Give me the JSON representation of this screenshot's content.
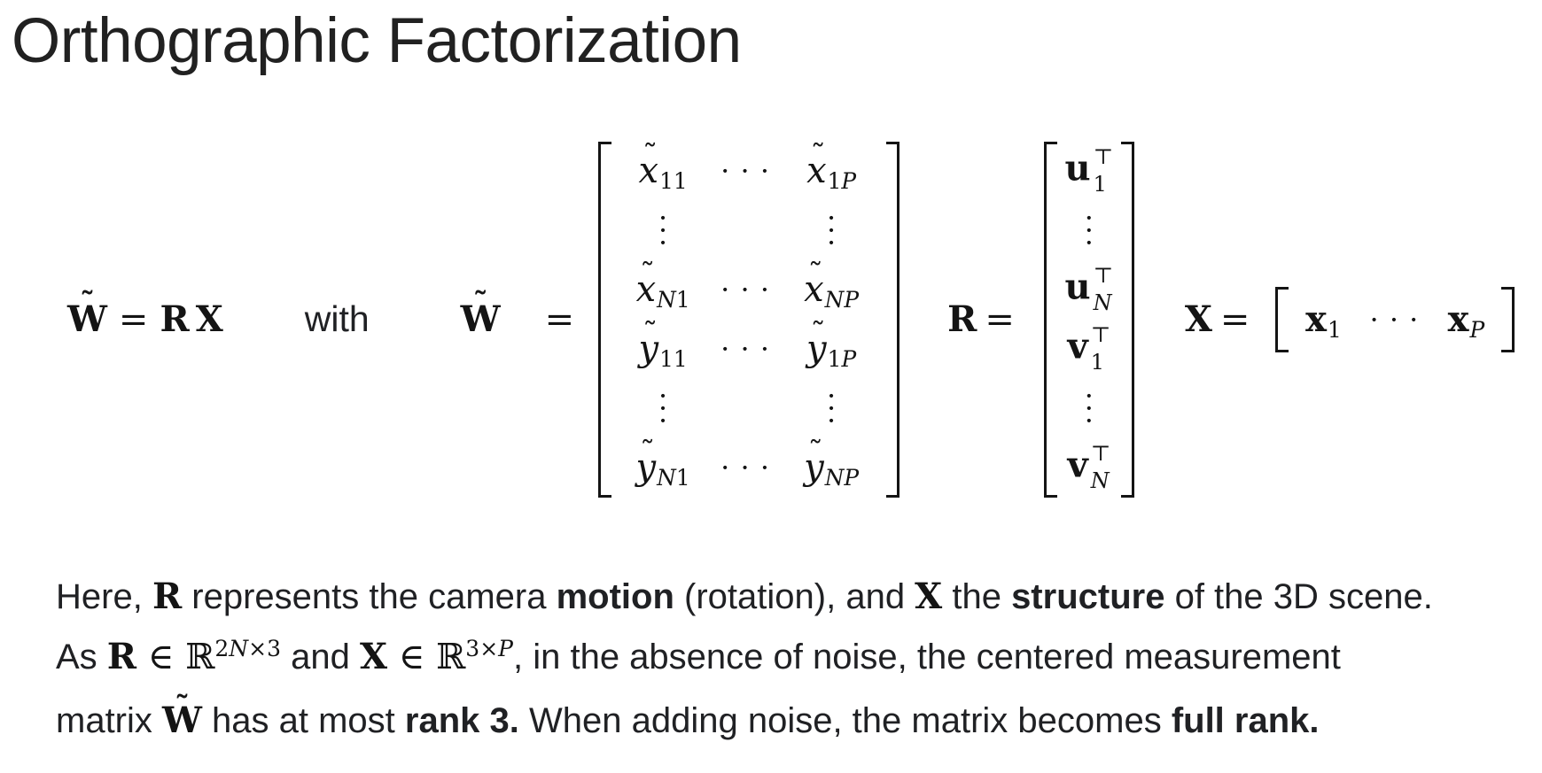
{
  "colors": {
    "background": "#ffffff",
    "text": "#202124",
    "math": "#141414"
  },
  "glyphs": {
    "tilde": "˜",
    "transpose": "⊤",
    "dot": "·",
    "hdots": "· · ·"
  },
  "title": "Orthographic Factorization",
  "equation": {
    "lhs": {
      "W": "W",
      "equals": "=",
      "R": "R",
      "X": "X"
    },
    "with_label": "with",
    "wtilde": {
      "W": "W",
      "equals": "="
    },
    "w_matrix": {
      "rows": [
        [
          {
            "type": "sym",
            "base": "x",
            "tilde": true,
            "sub": "11"
          },
          {
            "type": "hdots"
          },
          {
            "type": "sym",
            "base": "x",
            "tilde": true,
            "sub": "1P"
          }
        ],
        [
          {
            "type": "vdots"
          },
          {
            "type": "empty"
          },
          {
            "type": "vdots"
          }
        ],
        [
          {
            "type": "sym",
            "base": "x",
            "tilde": true,
            "sub": "N1"
          },
          {
            "type": "hdots"
          },
          {
            "type": "sym",
            "base": "x",
            "tilde": true,
            "sub": "NP"
          }
        ],
        [
          {
            "type": "sym",
            "base": "y",
            "tilde": true,
            "sub": "11"
          },
          {
            "type": "hdots"
          },
          {
            "type": "sym",
            "base": "y",
            "tilde": true,
            "sub": "1P"
          }
        ],
        [
          {
            "type": "vdots"
          },
          {
            "type": "empty"
          },
          {
            "type": "vdots"
          }
        ],
        [
          {
            "type": "sym",
            "base": "y",
            "tilde": true,
            "sub": "N1"
          },
          {
            "type": "hdots"
          },
          {
            "type": "sym",
            "base": "y",
            "tilde": true,
            "sub": "NP"
          }
        ]
      ]
    },
    "R_label": {
      "R": "R",
      "equals": "="
    },
    "r_matrix": {
      "rows": [
        [
          {
            "type": "sym",
            "base": "u",
            "bold": true,
            "supT": true,
            "sub": "1"
          }
        ],
        [
          {
            "type": "vdots"
          }
        ],
        [
          {
            "type": "sym",
            "base": "u",
            "bold": true,
            "supT": true,
            "sub": "N"
          }
        ],
        [
          {
            "type": "sym",
            "base": "v",
            "bold": true,
            "supT": true,
            "sub": "1"
          }
        ],
        [
          {
            "type": "vdots"
          }
        ],
        [
          {
            "type": "sym",
            "base": "v",
            "bold": true,
            "supT": true,
            "sub": "N"
          }
        ]
      ]
    },
    "X_label": {
      "X": "X",
      "equals": "="
    },
    "x_matrix": {
      "rows": [
        [
          {
            "type": "sym",
            "base": "x",
            "bold": true,
            "sub": "1"
          },
          {
            "type": "hdots"
          },
          {
            "type": "sym",
            "base": "x",
            "bold": true,
            "sub": "P"
          }
        ]
      ]
    }
  },
  "paragraph": {
    "lines": [
      [
        {
          "t": "Here, ",
          "s": "sans"
        },
        {
          "t": "R",
          "s": "mathbf"
        },
        {
          "t": " represents the camera ",
          "s": "sans"
        },
        {
          "t": "motion",
          "s": "sansbold"
        },
        {
          "t": " (rotation), and ",
          "s": "sans"
        },
        {
          "t": "X",
          "s": "mathbf"
        },
        {
          "t": " the ",
          "s": "sans"
        },
        {
          "t": "structure",
          "s": "sansbold"
        },
        {
          "t": " of the 3D scene.",
          "s": "sans"
        }
      ],
      [
        {
          "t": "As ",
          "s": "sans"
        },
        {
          "t": "R",
          "s": "mathbf"
        },
        {
          "t": " ∈ ",
          "s": "math"
        },
        {
          "t": "ℝ",
          "s": "bb"
        },
        {
          "t": "2",
          "s": "sup"
        },
        {
          "t": "N",
          "s": "supit"
        },
        {
          "t": "×3",
          "s": "sup"
        },
        {
          "t": " and ",
          "s": "sans"
        },
        {
          "t": "X",
          "s": "mathbf"
        },
        {
          "t": " ∈ ",
          "s": "math"
        },
        {
          "t": "ℝ",
          "s": "bb"
        },
        {
          "t": "3×",
          "s": "sup"
        },
        {
          "t": "P",
          "s": "supit"
        },
        {
          "t": ", in the absence of noise, the centered measurement",
          "s": "sans"
        }
      ],
      [
        {
          "t": "matrix ",
          "s": "sans"
        },
        {
          "t": "W",
          "s": "mathbf",
          "tilde": true
        },
        {
          "t": " has at most ",
          "s": "sans"
        },
        {
          "t": "rank 3.",
          "s": "sansbold"
        },
        {
          "t": " When adding noise, the matrix becomes ",
          "s": "sans"
        },
        {
          "t": "full rank.",
          "s": "sansbold"
        }
      ]
    ]
  }
}
